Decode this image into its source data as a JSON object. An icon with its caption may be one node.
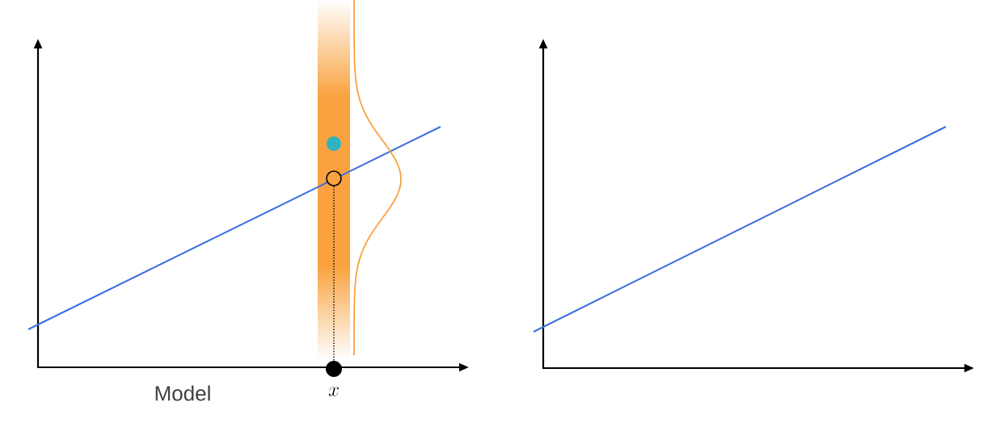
{
  "diagram": {
    "nodes": [
      {
        "text": [],
        "shape": "circle"
      },
      {
        "text": [],
        "shape": "circle"
      }
    ],
    "edges": [
      {
        "from": 0,
        "to": 1,
        "arrow": "none",
        "style": "dashed"
      }
    ],
    "labels": [
      "Model",
      "x"
    ]
  }
}
